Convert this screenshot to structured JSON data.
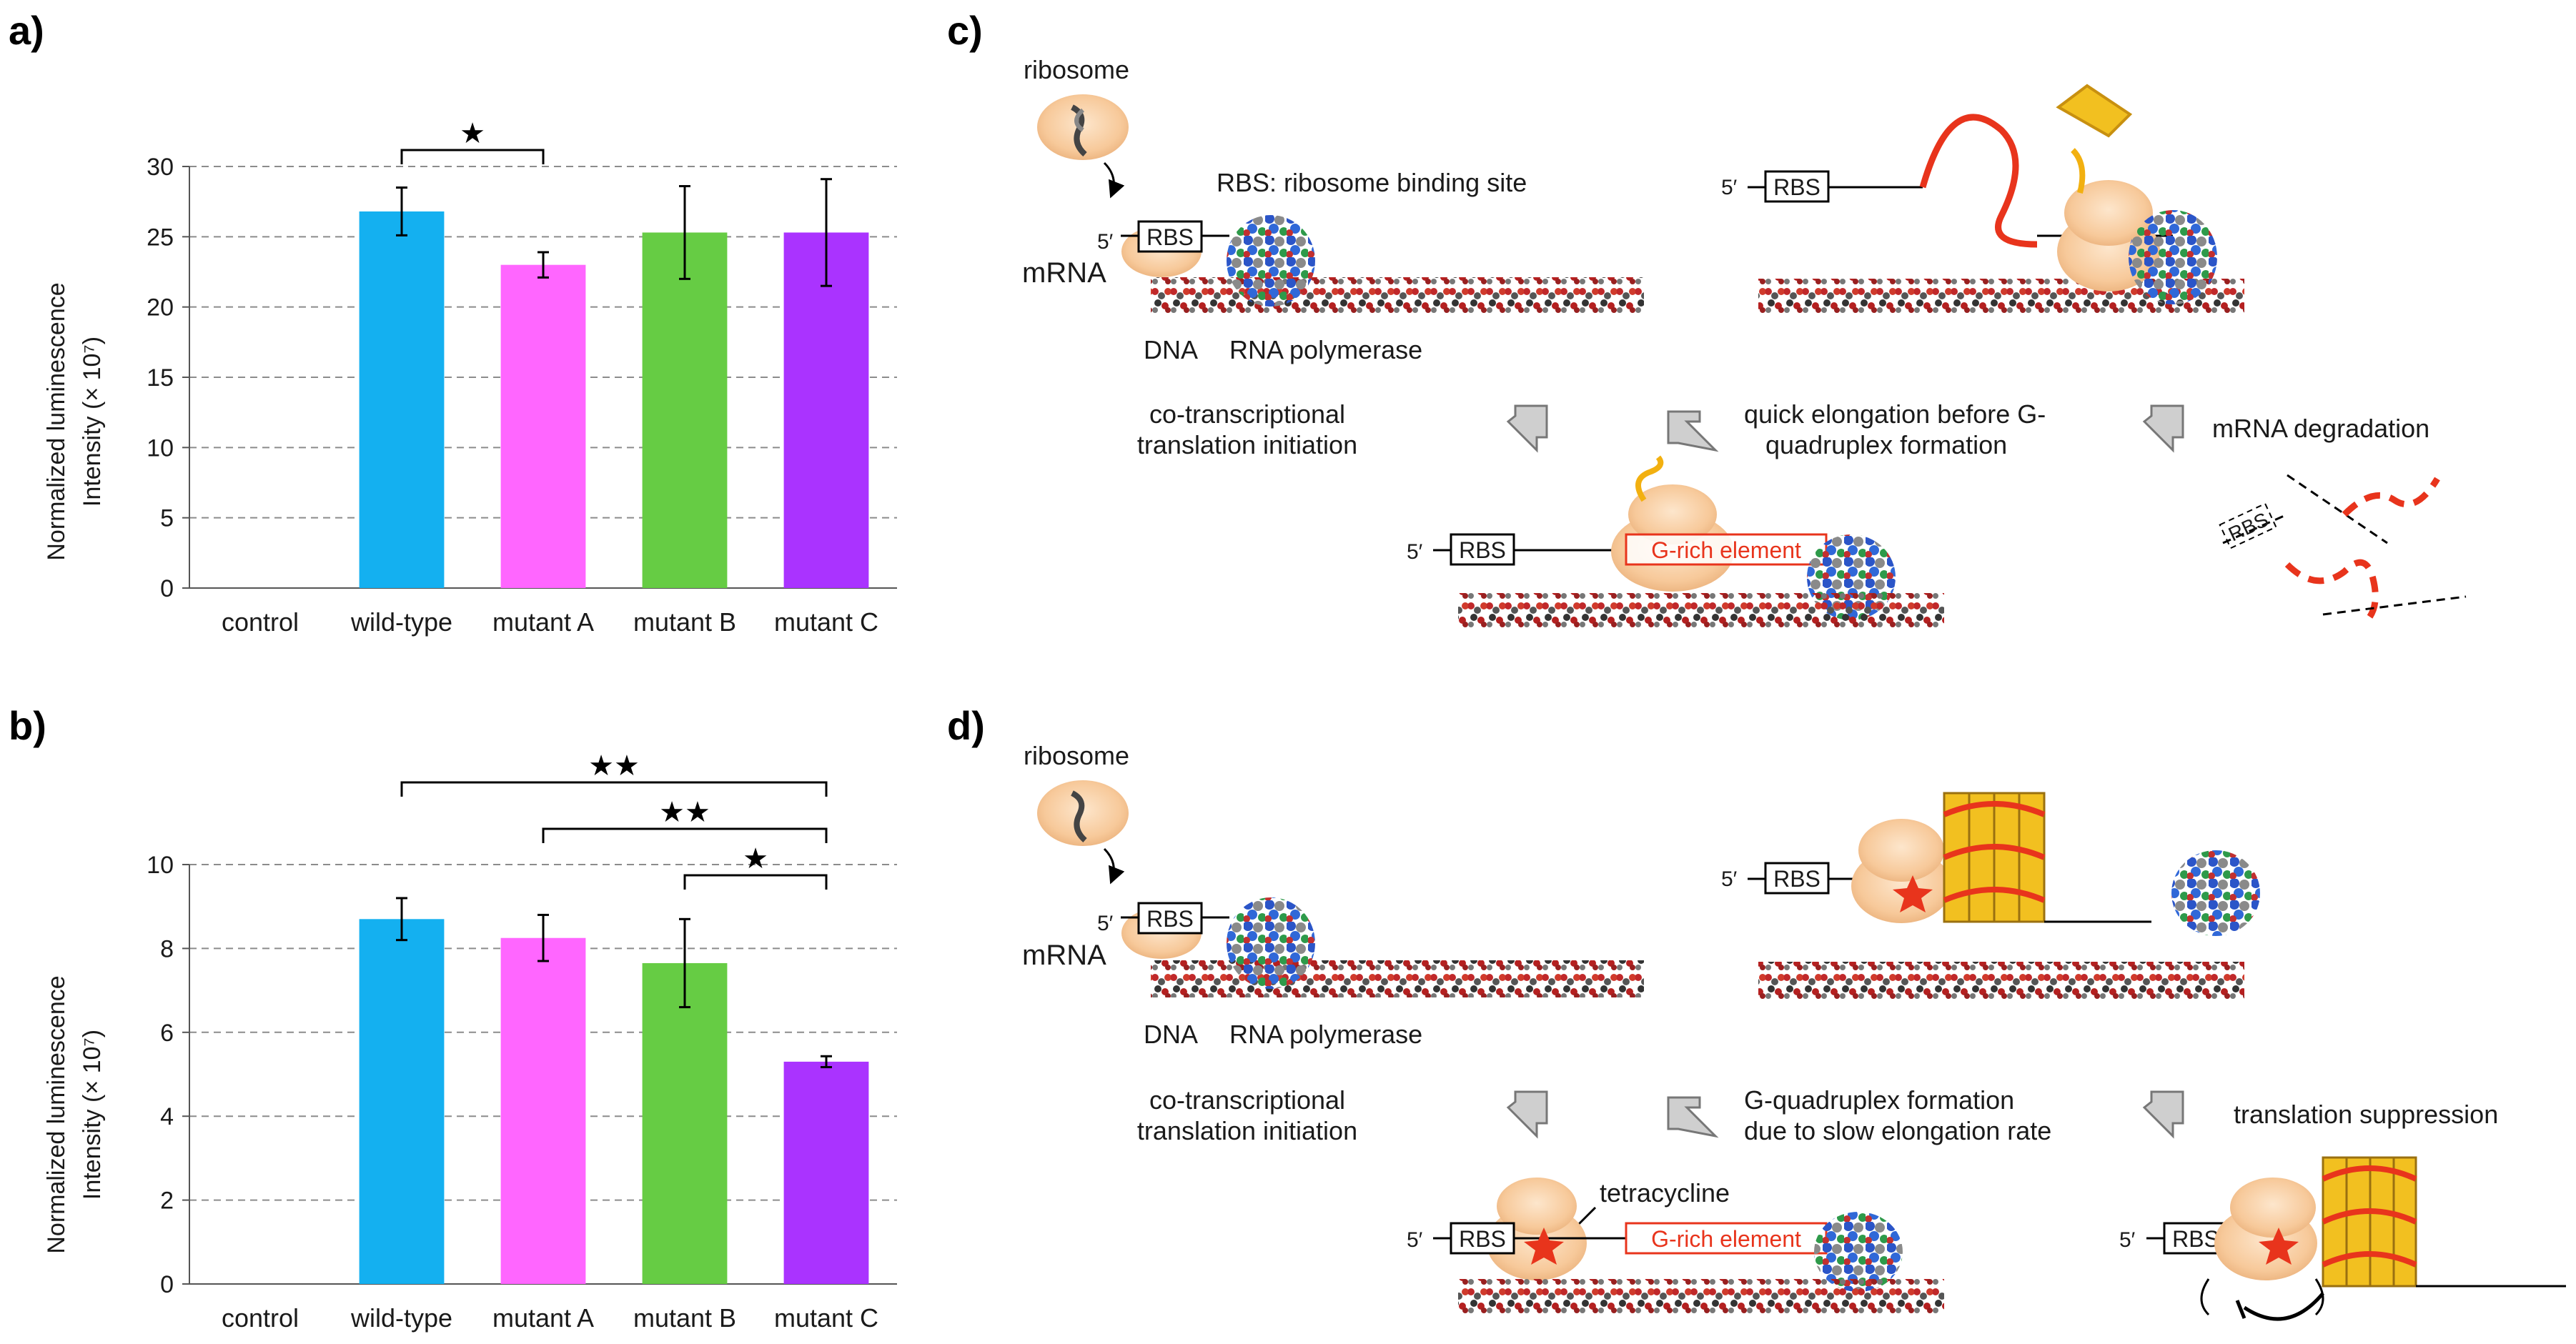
{
  "panels": {
    "a": "a)",
    "b": "b)",
    "c": "c)",
    "d": "d)"
  },
  "chart_data": [
    {
      "type": "bar",
      "panel": "a",
      "ylabel_line1": "Normalized luminescence",
      "ylabel_line2": "Intensity (× 10⁷)",
      "categories": [
        "control",
        "wild-type",
        "mutant A",
        "mutant B",
        "mutant C"
      ],
      "values": [
        0,
        26.8,
        23.0,
        25.3,
        25.3
      ],
      "errors": [
        0,
        1.7,
        0.9,
        3.3,
        3.8
      ],
      "colors": [
        "#ffffff",
        "#14b0f0",
        "#ff66ff",
        "#66cc44",
        "#aa33ff"
      ],
      "ylim": [
        0,
        30
      ],
      "yticks": [
        "0",
        "5",
        "10",
        "15",
        "20",
        "25",
        "30"
      ],
      "grid": true,
      "significance": [
        {
          "from": 1,
          "to": 2,
          "label": "★"
        }
      ]
    },
    {
      "type": "bar",
      "panel": "b",
      "ylabel_line1": "Normalized luminescence",
      "ylabel_line2": "Intensity (× 10⁷)",
      "categories": [
        "control",
        "wild-type",
        "mutant A",
        "mutant B",
        "mutant C"
      ],
      "values": [
        0,
        8.7,
        8.25,
        7.65,
        5.3
      ],
      "errors": [
        0,
        0.5,
        0.55,
        1.05,
        0.13
      ],
      "colors": [
        "#ffffff",
        "#14b0f0",
        "#ff66ff",
        "#66cc44",
        "#aa33ff"
      ],
      "ylim": [
        0,
        10
      ],
      "yticks": [
        "0",
        "2",
        "4",
        "6",
        "8",
        "10"
      ],
      "grid": true,
      "significance": [
        {
          "from": 1,
          "to": 4,
          "label": "★★"
        },
        {
          "from": 2,
          "to": 4,
          "label": "★★"
        },
        {
          "from": 3,
          "to": 4,
          "label": "★"
        }
      ]
    }
  ],
  "diagram_c": {
    "ribosome": "ribosome",
    "rbs_def": "RBS: ribosome binding site",
    "five_prime": "5′",
    "rbs": "RBS",
    "mrna": "mRNA",
    "dna": "DNA",
    "rna_polymerase": "RNA polymerase",
    "step1_line1": "co-transcriptional",
    "step1_line2": "translation initiation",
    "step2_line1": "quick elongation before G-",
    "step2_line2": "quadruplex formation",
    "step3": "mRNA degradation",
    "g_rich": "G-rich element"
  },
  "diagram_d": {
    "ribosome": "ribosome",
    "five_prime": "5′",
    "rbs": "RBS",
    "mrna": "mRNA",
    "dna": "DNA",
    "rna_polymerase": "RNA polymerase",
    "step1_line1": "co-transcriptional",
    "step1_line2": "translation initiation",
    "step2_line1": "G-quadruplex formation",
    "step2_line2": "due to slow elongation rate",
    "step3": "translation suppression",
    "tetracycline": "tetracycline",
    "g_rich": "G-rich element"
  }
}
